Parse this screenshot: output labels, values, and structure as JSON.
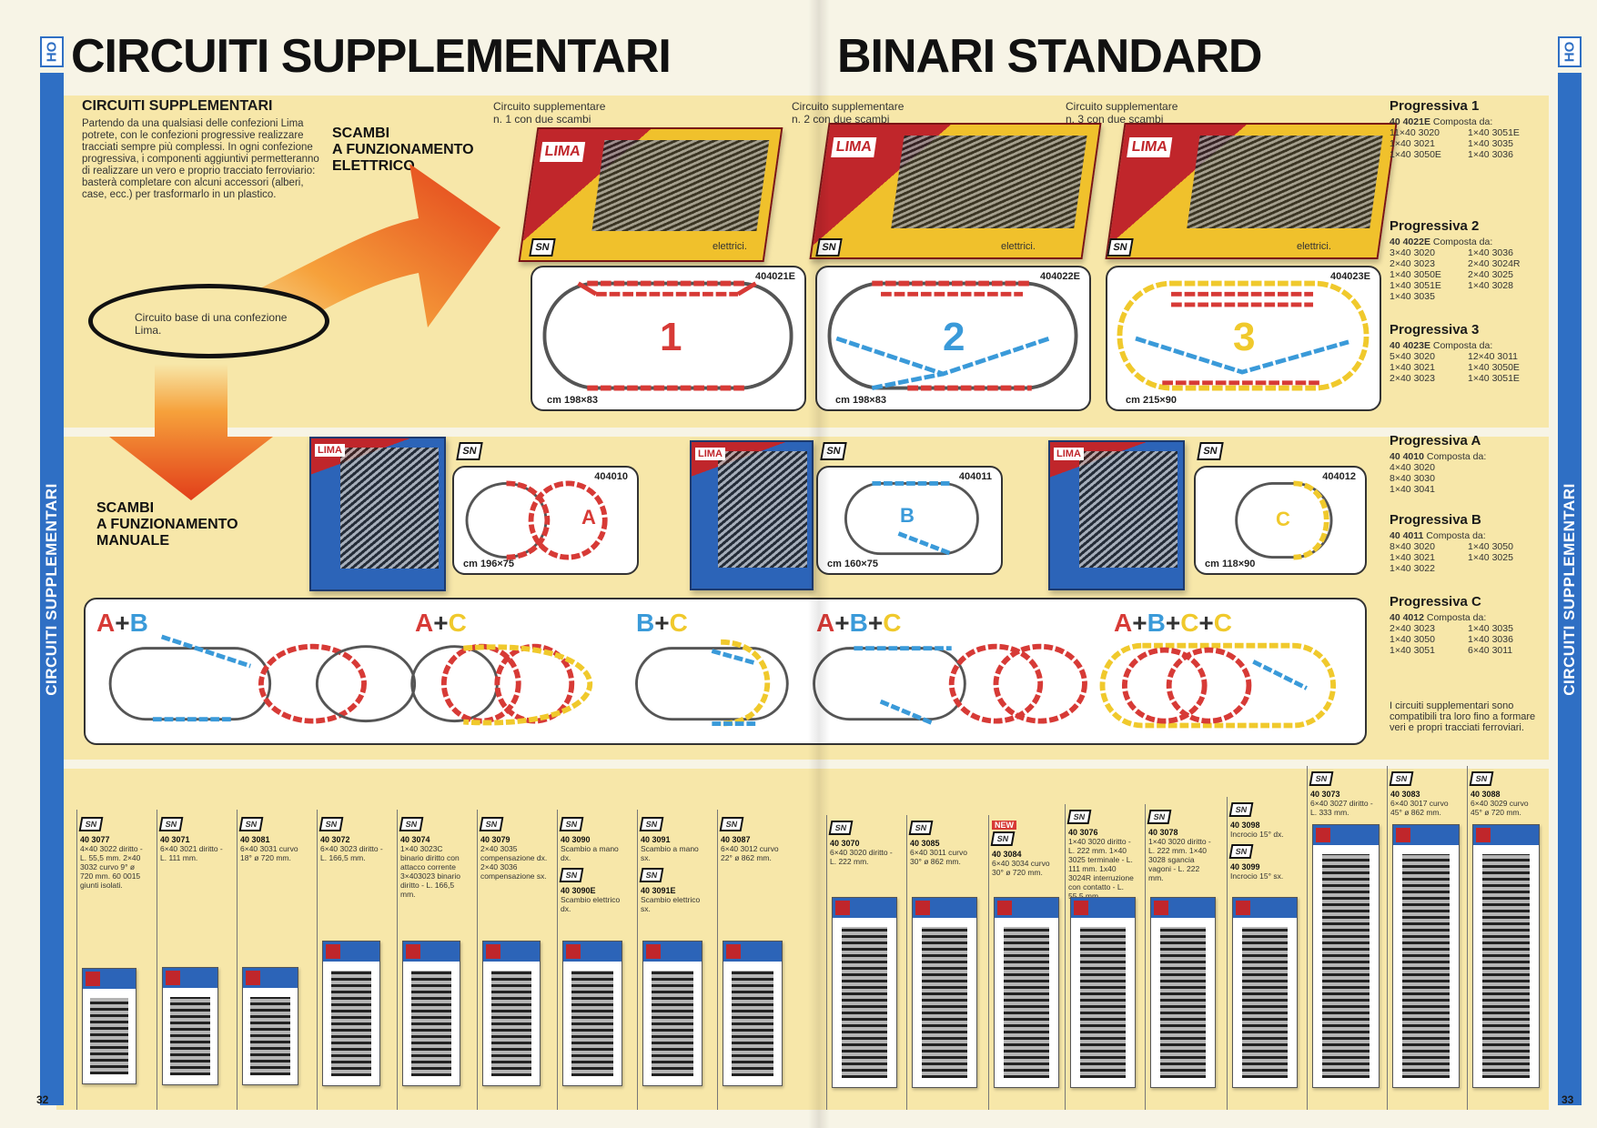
{
  "left": {
    "title": "CIRCUITI SUPPLEMENTARI",
    "sidebar_label": "CIRCUITI SUPPLEMENTARI",
    "ho_label": "HO",
    "page_number": "32",
    "intro": {
      "heading": "CIRCUITI SUPPLEMENTARI",
      "body": "Partendo da una qualsiasi delle confezioni Lima potrete, con le confezioni progressive realizzare tracciati sempre più complessi. In ogni confezione progressiva, i componenti aggiuntivi permetteranno di realizzare un vero e proprio tracciato ferroviario: basterà completare con alcuni accessori (alberi, case, ecc.) per trasformarlo in un plastico."
    },
    "label_electric": "SCAMBI\nA FUNZIONAMENTO\nELETTRICO",
    "label_manual": "SCAMBI\nA FUNZIONAMENTO\nMANUALE",
    "base_circuit_caption": "Circuito base di una confezione Lima."
  },
  "right": {
    "title": "BINARI STANDARD",
    "sidebar_label": "CIRCUITI SUPPLEMENTARI",
    "ho_label": "HO",
    "page_number": "33",
    "footnote": "I circuiti supplementari sono compatibili tra loro fino a formare veri e propri tracciati ferroviari."
  },
  "electric_sets": [
    {
      "caption": "Circuito supplementare\nn. 1 con due scambi",
      "code": "404021E",
      "number": "1",
      "dims": "cm 198×83",
      "note": "elettrici."
    },
    {
      "caption": "Circuito supplementare\nn. 2 con due scambi",
      "code": "404022E",
      "number": "2",
      "dims": "cm 198×83",
      "note": "elettrici."
    },
    {
      "caption": "Circuito supplementare\nn. 3 con due scambi",
      "code": "404023E",
      "number": "3",
      "dims": "cm 215×90",
      "note": "elettrici."
    }
  ],
  "manual_sets": [
    {
      "code": "404010",
      "letter": "A",
      "dims": "cm 196×75"
    },
    {
      "code": "404011",
      "letter": "B",
      "dims": "cm 160×75"
    },
    {
      "code": "404012",
      "letter": "C",
      "dims": "cm 118×90"
    }
  ],
  "combos": [
    {
      "parts": [
        "A",
        "+",
        "B"
      ]
    },
    {
      "parts": [
        "A",
        "+",
        "C"
      ]
    },
    {
      "parts": [
        "B",
        "+",
        "C"
      ]
    },
    {
      "parts": [
        "A",
        "+",
        "B",
        "+",
        "C"
      ]
    },
    {
      "parts": [
        "A",
        "+",
        "B",
        "+",
        "C",
        "+",
        "C"
      ]
    }
  ],
  "progressives": [
    {
      "title": "Progressiva 1",
      "code": "40 4021E",
      "label": "Composta da:",
      "rows": [
        [
          "11×40 3020",
          "1×40 3051E"
        ],
        [
          "1×40 3021",
          "1×40 3035"
        ],
        [
          "1×40 3050E",
          "1×40 3036"
        ]
      ]
    },
    {
      "title": "Progressiva 2",
      "code": "40 4022E",
      "label": "Composta da:",
      "rows": [
        [
          "3×40 3020",
          "1×40 3036"
        ],
        [
          "2×40 3023",
          "2×40 3024R"
        ],
        [
          "1×40 3050E",
          "2×40 3025"
        ],
        [
          "1×40 3051E",
          "1×40 3028"
        ],
        [
          "1×40 3035",
          ""
        ]
      ]
    },
    {
      "title": "Progressiva 3",
      "code": "40 4023E",
      "label": "Composta da:",
      "rows": [
        [
          "5×40 3020",
          "12×40 3011"
        ],
        [
          "1×40 3021",
          "1×40 3050E"
        ],
        [
          "2×40 3023",
          "1×40 3051E"
        ]
      ]
    },
    {
      "title": "Progressiva A",
      "code": "40 4010",
      "label": "Composta da:",
      "rows": [
        [
          "4×40 3020",
          ""
        ],
        [
          "8×40 3030",
          ""
        ],
        [
          "1×40 3041",
          ""
        ]
      ]
    },
    {
      "title": "Progressiva B",
      "code": "40 4011",
      "label": "Composta da:",
      "rows": [
        [
          "8×40 3020",
          "1×40 3050"
        ],
        [
          "1×40 3021",
          "1×40 3025"
        ],
        [
          "1×40 3022",
          ""
        ]
      ]
    },
    {
      "title": "Progressiva C",
      "code": "40 4012",
      "label": "Composta da:",
      "rows": [
        [
          "2×40 3023",
          "1×40 3035"
        ],
        [
          "1×40 3050",
          "1×40 3036"
        ],
        [
          "1×40 3051",
          "6×40 3011"
        ]
      ]
    }
  ],
  "products_left": [
    {
      "code": "40 3077",
      "desc": "4×40 3022 diritto - L. 55,5 mm. 2×40 3032 curvo 9° ø 720 mm. 60 0015 giunti isolati."
    },
    {
      "code": "40 3071",
      "desc": "6×40 3021 diritto - L. 111 mm."
    },
    {
      "code": "40 3081",
      "desc": "6×40 3031 curvo 18° ø 720 mm."
    },
    {
      "code": "40 3072",
      "desc": "6×40 3023 diritto - L. 166,5 mm."
    },
    {
      "code": "40 3074",
      "desc": "1×40 3023C binario diritto con attacco corrente 3×403023 binario diritto - L. 166,5 mm."
    },
    {
      "code": "40 3079",
      "desc": "2×40 3035 compensazione dx. 2×40 3036 compensazione sx."
    },
    {
      "code": "40 3090",
      "desc": "Scambio a mano dx.",
      "code2": "40 3090E",
      "desc2": "Scambio elettrico dx."
    },
    {
      "code": "40 3091",
      "desc": "Scambio a mano sx.",
      "code2": "40 3091E",
      "desc2": "Scambio elettrico sx."
    },
    {
      "code": "40 3087",
      "desc": "6×40 3012 curvo 22° ø 862 mm."
    }
  ],
  "products_right": [
    {
      "code": "40 3070",
      "desc": "6×40 3020 diritto - L. 222 mm."
    },
    {
      "code": "40 3085",
      "desc": "6×40 3011 curvo 30° ø 862 mm."
    },
    {
      "code": "40 3084",
      "desc": "6×40 3034 curvo 30° ø 720 mm.",
      "badge": "NEW"
    },
    {
      "code": "40 3076",
      "desc": "1×40 3020 diritto - L. 222 mm. 1×40 3025 terminale - L. 111 mm. 1x40 3024R interruzione con contatto - L. 55,5 mm."
    },
    {
      "code": "40 3078",
      "desc": "1×40 3020 diritto - L. 222 mm. 1×40 3028 sgancia vagoni - L. 222 mm."
    },
    {
      "code": "40 3098",
      "desc": "Incrocio 15° dx.",
      "code2": "40 3099",
      "desc2": "Incrocio 15° sx."
    },
    {
      "code": "40 3073",
      "desc": "6×40 3027 diritto - L. 333 mm."
    },
    {
      "code": "40 3083",
      "desc": "6×40 3017 curvo 45° ø 862 mm."
    },
    {
      "code": "40 3088",
      "desc": "6×40 3029 curvo 45° ø 720 mm."
    }
  ],
  "colors": {
    "blue": "#2f6fc4",
    "red": "#d73a36",
    "yellow": "#f0c92c",
    "sky": "#3a9ad9",
    "band": "#f7e7a9"
  }
}
